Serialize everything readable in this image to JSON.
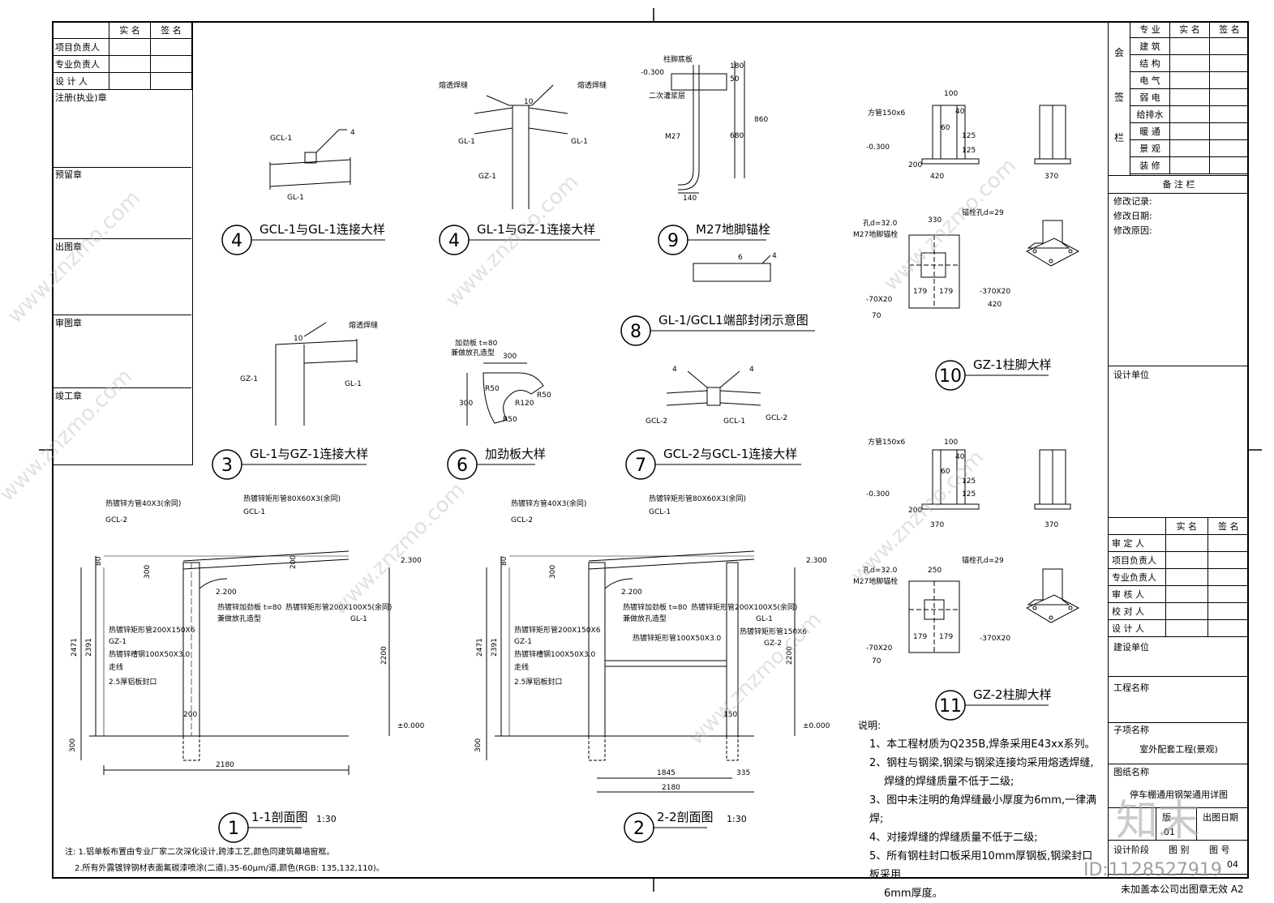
{
  "left_panel": {
    "header": [
      "实 名",
      "签 名"
    ],
    "rows": [
      "项目负责人",
      "专业负责人",
      "设 计 人"
    ],
    "stamps": [
      "注册(执业)章",
      "预留章",
      "出图章",
      "审图章",
      "竣工章"
    ]
  },
  "right_top": {
    "header": [
      "专 业",
      "实 名",
      "签 名"
    ],
    "side_label": [
      "会",
      "签",
      "栏"
    ],
    "disciplines": [
      "建 筑",
      "结 构",
      "电 气",
      "弱 电",
      "给排水",
      "暖 通",
      "景 观",
      "装 修"
    ]
  },
  "remarks": {
    "title": "备 注 栏",
    "lines": [
      "修改记录:",
      "修改日期:",
      "修改原因:"
    ],
    "design_unit": "设计单位"
  },
  "right_bottom": {
    "header": [
      "实 名",
      "签 名"
    ],
    "rows": [
      "审 定 人",
      "项目负责人",
      "专业负责人",
      "审 核 人",
      "校 对 人",
      "设 计 人"
    ],
    "client": "建设单位",
    "project_name": "工程名称",
    "sub_label": "子项名称",
    "sub_value": "室外配套工程(景观)",
    "drawing_label": "图纸名称",
    "drawing_value": "停车棚通用钢架通用详图",
    "version_label": "版",
    "version_value": "01",
    "date_label": "出图日期",
    "stage_label": "设计阶段",
    "category_label": "图 别",
    "number_label": "图 号",
    "number_value": "04",
    "footer": "未加盖本公司出图章无效 A2"
  },
  "details": [
    {
      "num": "4",
      "title": "GCL-1与GL-1连接大样",
      "labels": [
        "GCL-1",
        "GL-1",
        "4"
      ]
    },
    {
      "num": "4",
      "title": "GL-1与GZ-1连接大样",
      "labels": [
        "熔透焊缝",
        "熔透焊缝",
        "GL-1",
        "GL-1",
        "GZ-1",
        "10"
      ]
    },
    {
      "num": "9",
      "title": "M27地脚锚栓",
      "labels": [
        "柱脚底板",
        "-0.300",
        "二次灌浆层",
        "M27",
        "140",
        "680",
        "860",
        "50",
        "180"
      ]
    },
    {
      "num": "8",
      "title": "GL-1/GCL1端部封闭示意图",
      "labels": [
        "6",
        "4"
      ]
    },
    {
      "num": "3",
      "title": "GL-1与GZ-1连接大样",
      "labels": [
        "熔透焊缝",
        "GZ-1",
        "GL-1",
        "10"
      ]
    },
    {
      "num": "6",
      "title": "加劲板大样",
      "labels": [
        "加劲板 t=80",
        "兼做放孔造型",
        "300",
        "300",
        "R120",
        "R50",
        "R50",
        "R50"
      ]
    },
    {
      "num": "7",
      "title": "GCL-2与GCL-1连接大样",
      "labels": [
        "GCL-2",
        "GCL-1",
        "GCL-2",
        "4",
        "4"
      ]
    },
    {
      "num": "10",
      "title": "GZ-1柱脚大样",
      "labels": [
        "方管150x6",
        "-0.300",
        "420",
        "370",
        "330",
        "锚栓孔d=29",
        "孔d=32.0",
        "M27地脚锚栓",
        "179",
        "179",
        "-70X20",
        "-370X20",
        "420",
        "70",
        "100",
        "40",
        "60",
        "125",
        "125",
        "200"
      ]
    },
    {
      "num": "11",
      "title": "GZ-2柱脚大样",
      "labels": [
        "方管150x6",
        "-0.300",
        "370",
        "370",
        "250",
        "锚栓孔d=29",
        "孔d=32.0",
        "M27地脚锚栓",
        "179",
        "179",
        "-70X20",
        "-370X20",
        "70",
        "100",
        "40",
        "60",
        "125",
        "125",
        "200"
      ]
    }
  ],
  "sections": [
    {
      "num": "1",
      "title": "1-1剖面图",
      "scale": "1:30",
      "labels": [
        "热镀锌方管40X3(余同)",
        "GCL-2",
        "热镀锌矩形管80X60X3(余同)",
        "GCL-1",
        "2.300",
        "2.200",
        "热镀锌加劲板 t=80",
        "兼做放孔造型",
        "热镀锌矩形管200X100X5(余同)",
        "GL-1",
        "热镀锌矩形管200X150X6",
        "GZ-1",
        "热镀锌槽钢100X50X3.0",
        "走线",
        "2.5厚铝板封口",
        "2471",
        "2391",
        "2200",
        "±0.000",
        "2180",
        "300",
        "80",
        "300",
        "200",
        "200"
      ]
    },
    {
      "num": "2",
      "title": "2-2剖面图",
      "scale": "1:30",
      "labels": [
        "热镀锌方管40X3(余同)",
        "GCL-2",
        "热镀锌矩形管80X60X3(余同)",
        "GCL-1",
        "2.300",
        "2.200",
        "热镀锌加劲板 t=80",
        "兼做放孔造型",
        "热镀锌矩形管200X100X5(余同)",
        "GL-1",
        "热镀锌矩形管150X6",
        "GZ-2",
        "热镀锌矩形管200X150X6",
        "GZ-1",
        "热镀锌矩形管100X50X3.0",
        "热镀锌槽钢100X50X3.0",
        "走线",
        "2.5厚铝板封口",
        "2471",
        "2391",
        "2200",
        "±0.000",
        "1845",
        "335",
        "2180",
        "300",
        "80",
        "300",
        "150"
      ]
    }
  ],
  "notes": {
    "title": "说明:",
    "items": [
      "1、本工程材质为Q235B,焊条采用E43xx系列。",
      "2、钢柱与钢梁,钢梁与钢梁连接均采用熔透焊缝,",
      "焊缝的焊缝质量不低于二级;",
      "3、图中未注明的角焊缝最小厚度为6mm,一律满焊;",
      "4、对接焊缝的焊缝质量不低于二级;",
      "5、所有钢柱封口板采用10mm厚钢板,钢梁封口板采用",
      "6mm厚度。"
    ]
  },
  "bottom_notes": [
    "注: 1.铝单板布置由专业厂家二次深化设计,跨漆工艺,颜色同建筑幕墙窗框。",
    "2.所有外露镀锌钢材表面氟碳漆喷涂(二道),35-60μm/道,颜色(RGB: 135,132,110)。"
  ],
  "watermark": {
    "text": "www.znzmo.com",
    "brand": "知末",
    "id": "ID:1128527919"
  }
}
